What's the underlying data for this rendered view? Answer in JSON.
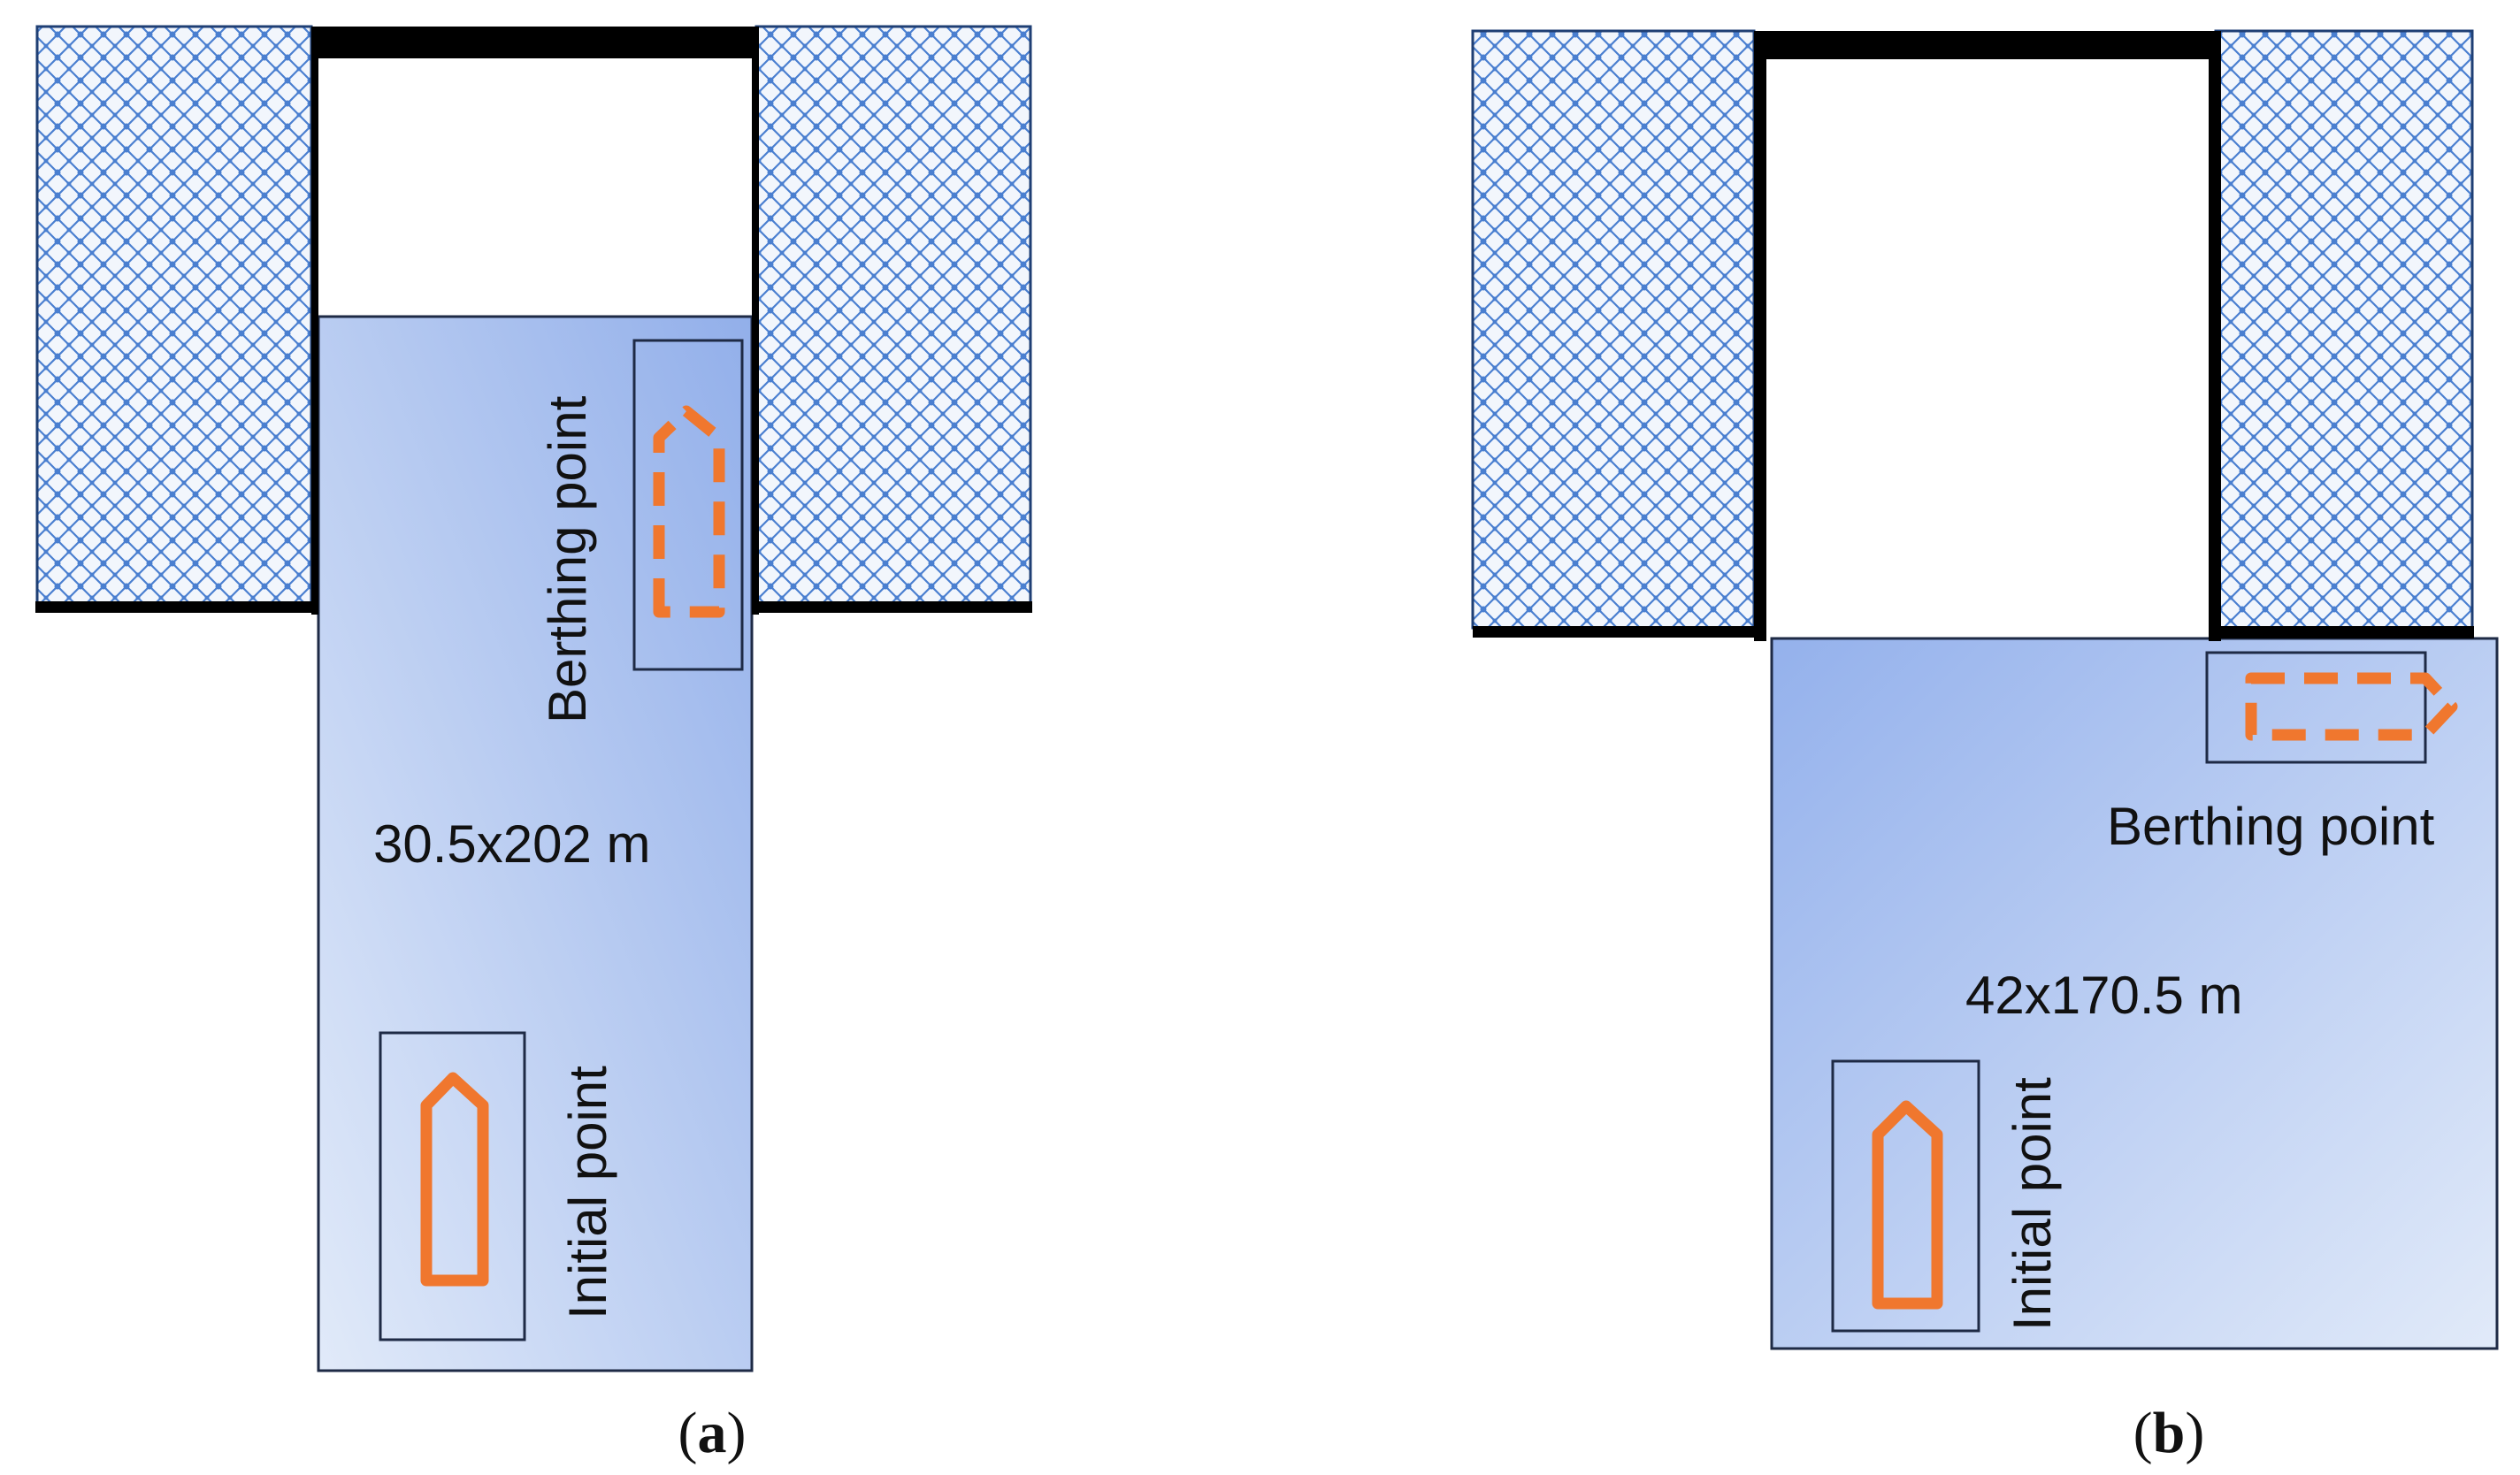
{
  "colors": {
    "quay_fill": "#f2f6fc",
    "quay_pattern": "#4a7fd0",
    "quay_border": "#1f3f74",
    "water_light": "#dde7f8",
    "water_dark": "#94b1ec",
    "wall": "#000000",
    "ship": "#f0772e",
    "box_border": "#1e2a45"
  },
  "panel_a": {
    "dimension_label": "30.5x202 m",
    "berthing_label": "Berthing point",
    "initial_label": "Initial point",
    "caption": {
      "open": "(",
      "letter": "a",
      "close": ")"
    }
  },
  "panel_b": {
    "dimension_label": "42x170.5 m",
    "berthing_label": "Berthing point",
    "initial_label": "Initial point",
    "caption": {
      "open": "(",
      "letter": "b",
      "close": ")"
    }
  }
}
